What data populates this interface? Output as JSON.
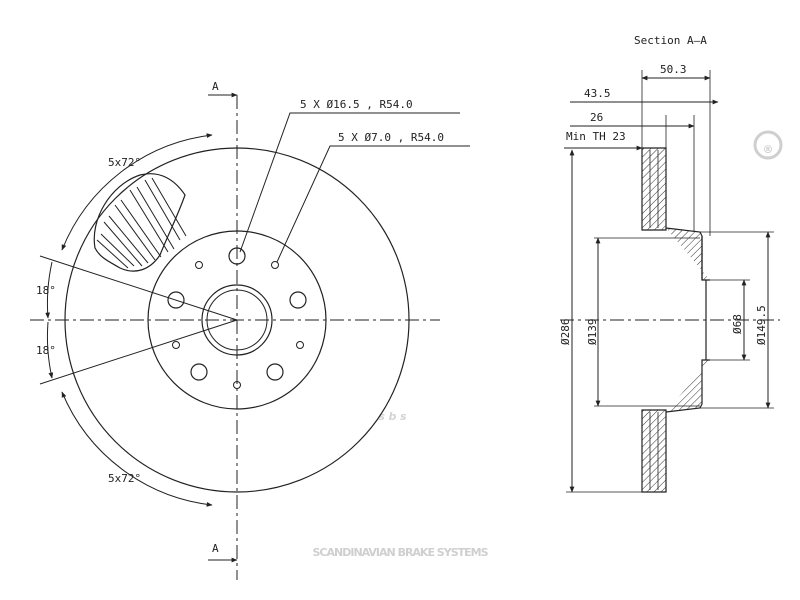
{
  "watermark": {
    "logo_text": "sbs",
    "registered_mark": "®",
    "brand_line": "SCANDINAVIAN BRAKE SYSTEMS",
    "color": "#cfcfcf"
  },
  "front_view": {
    "section_marker_top": "A",
    "section_marker_bottom": "A",
    "hole_callout_large": "5 X Ø16.5 , R54.0",
    "hole_callout_small": "5 X Ø7.0 , R54.0",
    "pitch_top": "5x72°",
    "pitch_bottom": "5x72°",
    "angle_upper": "18°",
    "angle_lower": "18°"
  },
  "section_view": {
    "title": "Section A–A",
    "dim_overall_width": "50.3",
    "dim_hat_depth": "43.5",
    "dim_thickness": "26",
    "dim_min_thickness": "Min TH 23",
    "dim_outer_diameter": "Ø286",
    "dim_hat_diameter": "Ø139",
    "dim_center_bore": "Ø68",
    "dim_pcd_outer": "Ø149.5"
  },
  "colors": {
    "line": "#222222",
    "watermark": "#cfcfcf"
  }
}
